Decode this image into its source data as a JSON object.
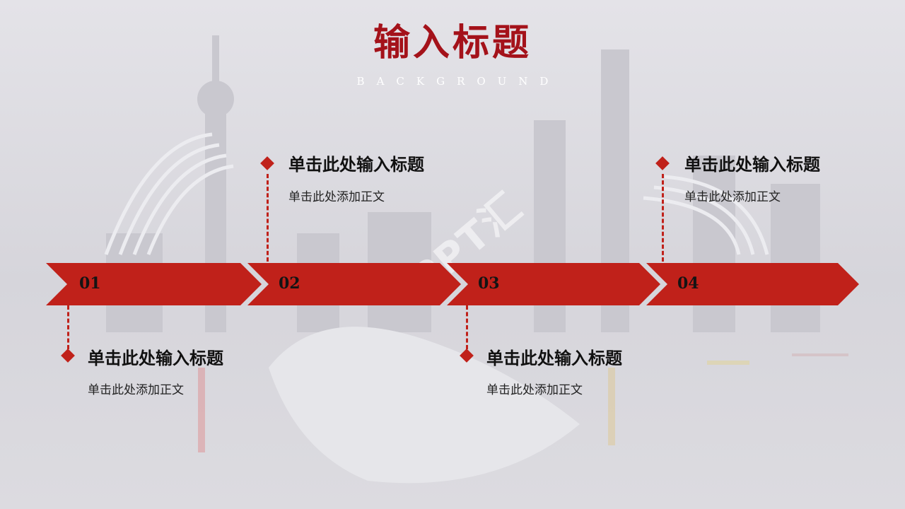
{
  "slide": {
    "title": "输入标题",
    "subtitle": "BACKGROUND",
    "watermark": "PPT汇"
  },
  "colors": {
    "accent": "#c0211a",
    "title": "#a4121a",
    "background": "#d9d9de"
  },
  "timeline": {
    "steps": [
      {
        "number": "01",
        "heading": "单击此处输入标题",
        "body": "单击此处添加正文"
      },
      {
        "number": "02",
        "heading": "单击此处输入标题",
        "body": "单击此处添加正文"
      },
      {
        "number": "03",
        "heading": "单击此处输入标题",
        "body": "单击此处添加正文"
      },
      {
        "number": "04",
        "heading": "单击此处输入标题",
        "body": "单击此处添加正文"
      }
    ]
  }
}
